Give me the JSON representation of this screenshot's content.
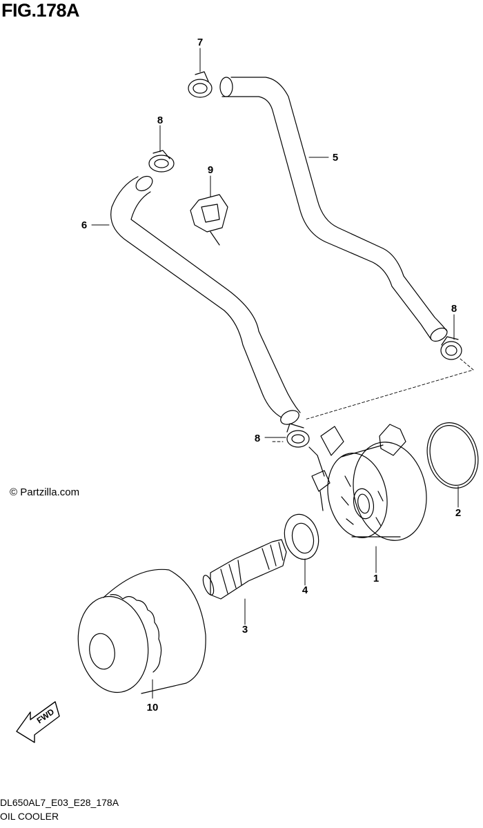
{
  "figure": {
    "title": "FIG.178A",
    "copyright": "© Partzilla.com",
    "code": "DL650AL7_E03_E28_178A",
    "name": "OIL COOLER",
    "fwd_label": "FWD"
  },
  "callouts": [
    "1",
    "2",
    "3",
    "4",
    "5",
    "6",
    "7",
    "8",
    "8",
    "8",
    "9",
    "10"
  ],
  "parts": [
    {
      "ref": "1",
      "part": "oil-cooler"
    },
    {
      "ref": "2",
      "part": "o-ring"
    },
    {
      "ref": "3",
      "part": "union-bolt"
    },
    {
      "ref": "4",
      "part": "gasket"
    },
    {
      "ref": "5",
      "part": "upper-hose"
    },
    {
      "ref": "6",
      "part": "lower-hose"
    },
    {
      "ref": "7",
      "part": "clamp"
    },
    {
      "ref": "8",
      "part": "clamp"
    },
    {
      "ref": "9",
      "part": "hose-holder"
    },
    {
      "ref": "10",
      "part": "oil-filter"
    }
  ]
}
